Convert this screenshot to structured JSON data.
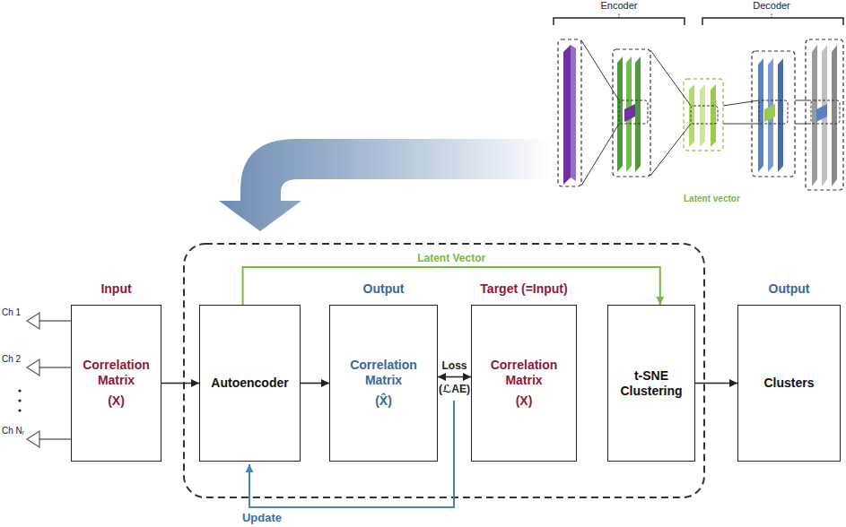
{
  "diagram": {
    "nodes": [
      {
        "text": [
          "Input",
          "Correlation Matrix",
          "(X)"
        ]
      },
      {
        "text": [
          "Autoencoder"
        ]
      },
      {
        "text": [
          "Output",
          "Correlation Matrix",
          "(X̂)"
        ]
      },
      {
        "text": [
          "Target (=Input)",
          "Correlation Matrix",
          "(X)"
        ]
      },
      {
        "text": [
          "t-SNE Clustering"
        ]
      },
      {
        "text": [
          "Output",
          "Clusters"
        ]
      }
    ],
    "edges": [
      {
        "from": 0,
        "to": 1,
        "arrow": "to"
      },
      {
        "from": 1,
        "to": 2,
        "arrow": "to"
      },
      {
        "from": 2,
        "to": 3,
        "arrow": "both",
        "label": "Loss (ℒAE)"
      },
      {
        "from": 1,
        "to": 4,
        "arrow": "to",
        "label": "Latent Vector"
      },
      {
        "from": 4,
        "to": 5,
        "arrow": "to"
      }
    ],
    "labels": [
      "Encoder",
      "Decoder",
      "Latent vector",
      "Ch 1",
      "Ch 2",
      "Ch Nᵣ",
      "Update"
    ]
  }
}
